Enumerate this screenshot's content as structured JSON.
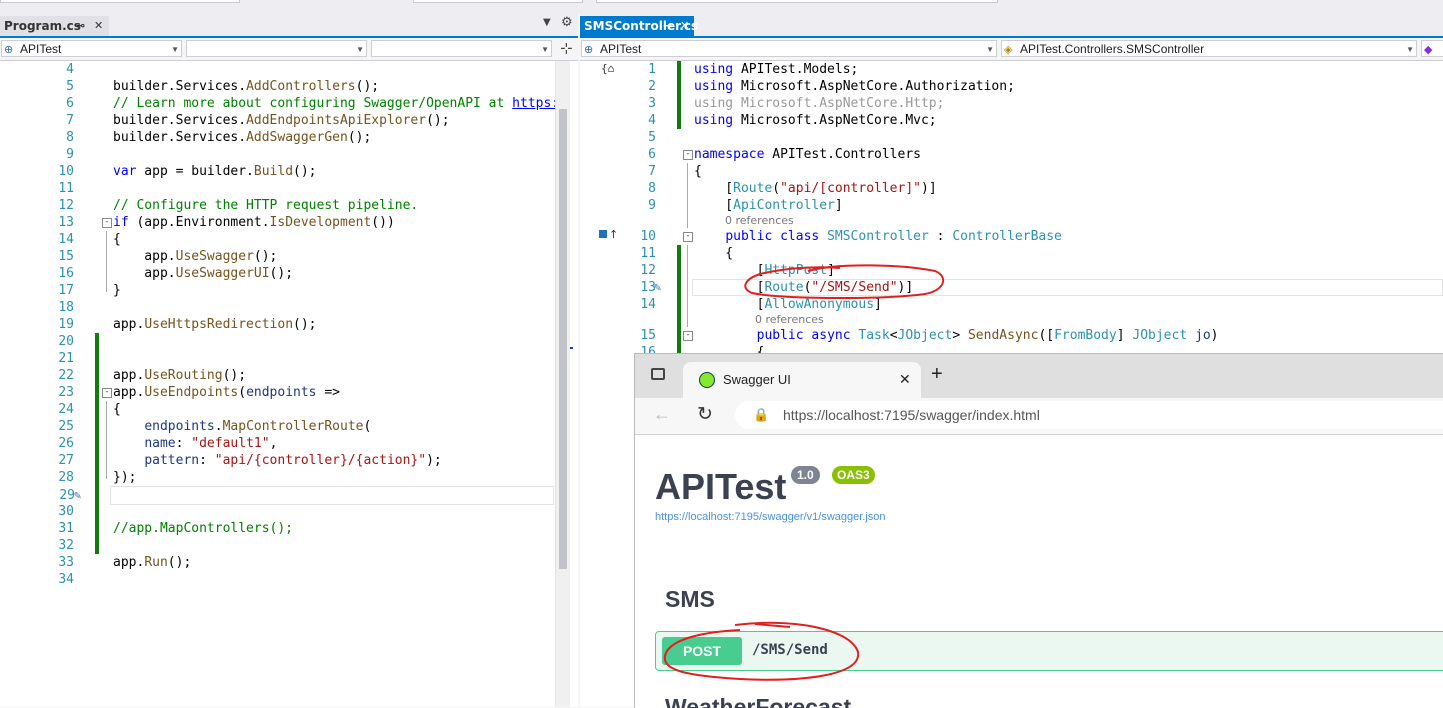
{
  "left_pane": {
    "tab_label": "Program.cs",
    "tab_pin_icon": "pin-icon",
    "tab_close_icon": "close-icon",
    "nav_combo_project": "APITest",
    "lines": [
      {
        "n": "4",
        "t": ""
      },
      {
        "n": "5",
        "t": "builder.Services.AddControllers();"
      },
      {
        "n": "6",
        "t": "// Learn more about configuring Swagger/OpenAPI at https:/"
      },
      {
        "n": "7",
        "t": "builder.Services.AddEndpointsApiExplorer();"
      },
      {
        "n": "8",
        "t": "builder.Services.AddSwaggerGen();"
      },
      {
        "n": "9",
        "t": ""
      },
      {
        "n": "10",
        "t": "var app = builder.Build();"
      },
      {
        "n": "11",
        "t": ""
      },
      {
        "n": "12",
        "t": "// Configure the HTTP request pipeline."
      },
      {
        "n": "13",
        "t": "if (app.Environment.IsDevelopment())"
      },
      {
        "n": "14",
        "t": "{"
      },
      {
        "n": "15",
        "t": "    app.UseSwagger();"
      },
      {
        "n": "16",
        "t": "    app.UseSwaggerUI();"
      },
      {
        "n": "17",
        "t": "}"
      },
      {
        "n": "18",
        "t": ""
      },
      {
        "n": "19",
        "t": "app.UseHttpsRedirection();"
      },
      {
        "n": "20",
        "t": ""
      },
      {
        "n": "21",
        "t": ""
      },
      {
        "n": "22",
        "t": "app.UseRouting();"
      },
      {
        "n": "23",
        "t": "app.UseEndpoints(endpoints =>"
      },
      {
        "n": "24",
        "t": "{"
      },
      {
        "n": "25",
        "t": "    endpoints.MapControllerRoute("
      },
      {
        "n": "26",
        "t": "    name: \"default1\","
      },
      {
        "n": "27",
        "t": "    pattern: \"api/{controller}/{action}\");"
      },
      {
        "n": "28",
        "t": "});"
      },
      {
        "n": "29",
        "t": ""
      },
      {
        "n": "30",
        "t": ""
      },
      {
        "n": "31",
        "t": "//app.MapControllers();"
      },
      {
        "n": "32",
        "t": ""
      },
      {
        "n": "33",
        "t": "app.Run();"
      },
      {
        "n": "34",
        "t": ""
      }
    ]
  },
  "right_pane": {
    "tab_label": "SMSController.cs",
    "tab_pin_icon": "pin-icon",
    "tab_close_icon": "close-icon",
    "nav_combo_project": "APITest",
    "nav_combo_class": "APITest.Controllers.SMSController",
    "refs_label": "0 references",
    "lines": [
      {
        "n": "1",
        "t": "using APITest.Models;"
      },
      {
        "n": "2",
        "t": "using Microsoft.AspNetCore.Authorization;"
      },
      {
        "n": "3",
        "t": "using Microsoft.AspNetCore.Http;"
      },
      {
        "n": "4",
        "t": "using Microsoft.AspNetCore.Mvc;"
      },
      {
        "n": "5",
        "t": ""
      },
      {
        "n": "6",
        "t": "namespace APITest.Controllers"
      },
      {
        "n": "7",
        "t": "{"
      },
      {
        "n": "8",
        "t": "    [Route(\"api/[controller]\")]"
      },
      {
        "n": "9",
        "t": "    [ApiController]"
      },
      {
        "n": "10",
        "t": "    public class SMSController : ControllerBase"
      },
      {
        "n": "11",
        "t": "    {"
      },
      {
        "n": "12",
        "t": "        [HttpPost]"
      },
      {
        "n": "13",
        "t": "        [Route(\"/SMS/Send\")]"
      },
      {
        "n": "14",
        "t": "        [AllowAnonymous]"
      },
      {
        "n": "15",
        "t": "        public async Task<JObject> SendAsync([FromBody] JObject jo)"
      },
      {
        "n": "16",
        "t": "        {"
      }
    ]
  },
  "browser": {
    "tab_title": "Swagger UI",
    "url": "https://localhost:7195/swagger/index.html",
    "api_title": "APITest",
    "version_badge": "1.0",
    "oas_badge": "OAS3",
    "spec_link": "https://localhost:7195/swagger/v1/swagger.json",
    "section_sms": "SMS",
    "post_method": "POST",
    "post_path": "/SMS/Send",
    "section_weather": "WeatherForecast"
  },
  "colors": {
    "vs_accent": "#007acc",
    "change_bar": "#107c10",
    "annotation": "#e02020",
    "swagger_post": "#49cc90",
    "swagger_oas": "#89bf04"
  }
}
